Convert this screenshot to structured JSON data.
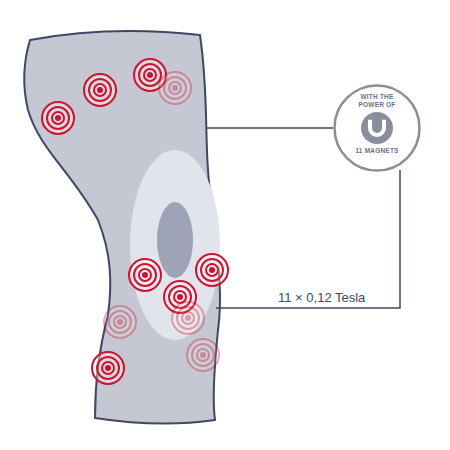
{
  "diagram": {
    "nodes": [
      {
        "text": [
          "WITH THE POWER OF",
          "11 MAGNETS"
        ]
      }
    ],
    "labels": [
      "11 × 0,12 Tesla"
    ]
  }
}
